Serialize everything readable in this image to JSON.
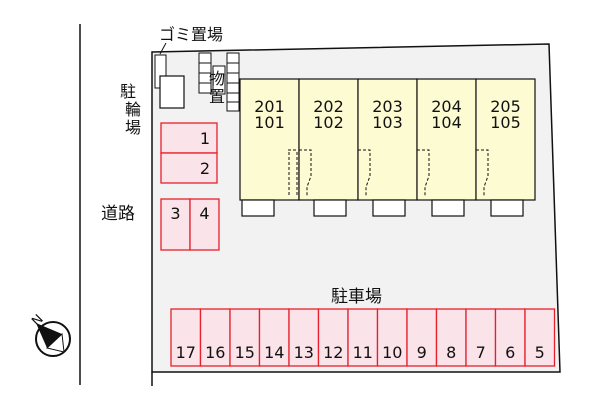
{
  "labels": {
    "garbage": "ゴミ置場",
    "bicycle": [
      "駐",
      "輪",
      "場"
    ],
    "storage": [
      "物",
      "置"
    ],
    "road": "道路",
    "parking_lot": "駐車場"
  },
  "units": [
    {
      "upper": "201",
      "lower": "101"
    },
    {
      "upper": "202",
      "lower": "102"
    },
    {
      "upper": "203",
      "lower": "103"
    },
    {
      "upper": "204",
      "lower": "104"
    },
    {
      "upper": "205",
      "lower": "105"
    }
  ],
  "parking": {
    "left_stack": [
      "1",
      "2"
    ],
    "pair": [
      "3",
      "4"
    ],
    "bottom_row": [
      "17",
      "16",
      "15",
      "14",
      "13",
      "12",
      "11",
      "10",
      "9",
      "8",
      "7",
      "6",
      "5"
    ]
  },
  "colors": {
    "lot": "#f2f2f2",
    "building": "#fdfbd2",
    "parking_fill": "#fbe3ea",
    "parking_stroke": "#e8202c",
    "line": "#111111"
  },
  "compass_letter": "N"
}
